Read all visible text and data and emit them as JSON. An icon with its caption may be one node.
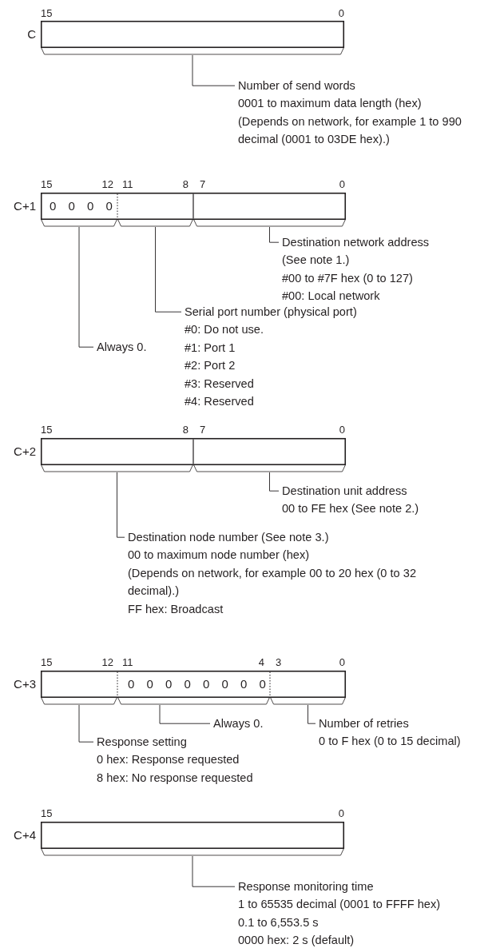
{
  "diagram": {
    "nodes": [
      {
        "text": [],
        "shape": "box",
        "beside": [
          "C"
        ]
      },
      {
        "text": [
          "Number of send words",
          "0001 to maximum data length (hex)",
          "(Depends on network, for example 1 to 990 decimal (0001 to 03DE hex).)"
        ]
      },
      {
        "text": [],
        "shape": "box",
        "beside": [
          "C+1"
        ]
      },
      {
        "text": [
          "0 0 0 0"
        ]
      },
      {
        "text": [],
        "shape": "box"
      },
      {
        "text": [],
        "shape": "box"
      },
      {
        "text": [
          "Destination network address",
          "(See note 1.)",
          "#00 to #7F hex (0 to 127)",
          "#00: Local network"
        ]
      },
      {
        "text": [
          "Serial port number (physical port)",
          "#0: Do not use.",
          "#1: Port 1",
          "#2: Port 2",
          "#3: Reserved",
          "#4: Reserved"
        ]
      },
      {
        "text": [
          "Always 0."
        ]
      },
      {
        "text": [],
        "shape": "box",
        "beside": [
          "C+2"
        ]
      },
      {
        "text": [],
        "shape": "box"
      },
      {
        "text": [],
        "shape": "box"
      },
      {
        "text": [
          "Destination unit address",
          "00 to FE hex (See note 2.)"
        ]
      },
      {
        "text": [
          "Destination node number (See note 3.)",
          "00 to maximum node number (hex)",
          "(Depends on network, for example 00 to 20 hex (0 to 32 decimal).)",
          "FF hex: Broadcast"
        ]
      },
      {
        "text": [],
        "shape": "box",
        "beside": [
          "C+3"
        ]
      },
      {
        "text": [],
        "shape": "box"
      },
      {
        "text": [
          "0 0 0 0 0 0 0 0"
        ]
      },
      {
        "text": [],
        "shape": "box"
      },
      {
        "text": [
          "Always 0."
        ]
      },
      {
        "text": [
          "Number of retries",
          "0 to F hex (0 to 15 decimal)"
        ]
      },
      {
        "text": [
          "Response setting",
          "0 hex: Response requested",
          "8 hex: No response requested"
        ]
      },
      {
        "text": [],
        "shape": "box",
        "beside": [
          "C+4"
        ]
      },
      {
        "text": [
          "Response monitoring time",
          "1 to 65535 decimal (0001 to FFFF hex)",
          "0.1 to 6,553.5 s",
          "0000 hex: 2 s (default)"
        ]
      }
    ],
    "edges": [
      {
        "from": 1,
        "to": 0,
        "arrow": "none"
      },
      {
        "from": 6,
        "to": 5,
        "arrow": "none"
      },
      {
        "from": 7,
        "to": 4,
        "arrow": "none"
      },
      {
        "from": 8,
        "to": 3,
        "arrow": "none"
      },
      {
        "from": 12,
        "to": 11,
        "arrow": "none"
      },
      {
        "from": 13,
        "to": 10,
        "arrow": "none"
      },
      {
        "from": 18,
        "to": 16,
        "arrow": "none"
      },
      {
        "from": 19,
        "to": 17,
        "arrow": "none"
      },
      {
        "from": 20,
        "to": 15,
        "arrow": "none"
      },
      {
        "from": 22,
        "to": 21,
        "arrow": "none"
      }
    ],
    "labels": [
      "15",
      "0",
      "15",
      "12",
      "11",
      "8",
      "7",
      "0",
      "15",
      "8",
      "7",
      "0",
      "15",
      "12",
      "11",
      "4",
      "3",
      "0",
      "15",
      "0"
    ]
  }
}
